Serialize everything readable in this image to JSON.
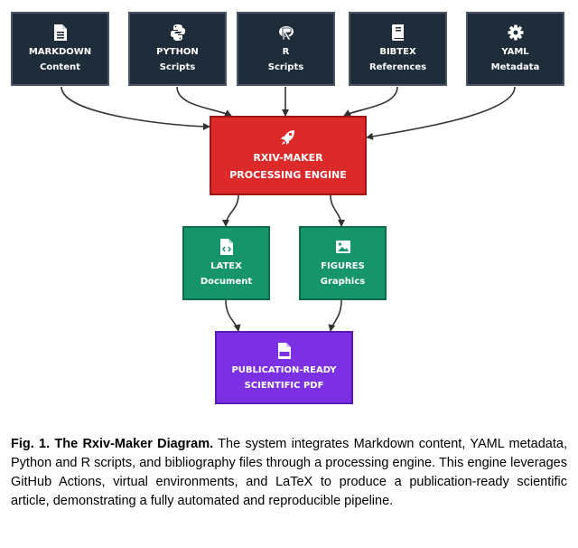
{
  "diagram": {
    "sources": [
      {
        "line1": "MARKDOWN",
        "line2": "Content",
        "icon": "file-text-icon"
      },
      {
        "line1": "PYTHON",
        "line2": "Scripts",
        "icon": "python-logo-icon"
      },
      {
        "line1": "R",
        "line2": "Scripts",
        "icon": "r-logo-icon"
      },
      {
        "line1": "BIBTEX",
        "line2": "References",
        "icon": "book-icon"
      },
      {
        "line1": "YAML",
        "line2": "Metadata",
        "icon": "gear-icon"
      }
    ],
    "engine": {
      "line1": "RXIV-MAKER",
      "line2": "PROCESSING ENGINE",
      "icon": "rocket-icon"
    },
    "outputs": [
      {
        "line1": "LATEX",
        "line2": "Document",
        "icon": "code-file-icon"
      },
      {
        "line1": "FIGURES",
        "line2": "Graphics",
        "icon": "image-icon"
      }
    ],
    "final": {
      "line1": "PUBLICATION-READY",
      "line2": "SCIENTIFIC PDF",
      "icon": "pdf-file-icon"
    },
    "colors": {
      "source_fill": "#1f2d3b",
      "engine_fill": "#dc2a2a",
      "output_fill": "#17956a",
      "final_fill": "#7b31e3",
      "arrow": "#333333"
    }
  },
  "caption": {
    "label": "Fig. 1. The Rxiv-Maker Diagram.",
    "text": " The system integrates Markdown content, YAML metadata, Python and R scripts, and bibliography files through a processing engine. This engine leverages GitHub Actions, virtual environments, and LaTeX to produce a publication-ready scientific article, demonstrating a fully automated and reproducible pipeline."
  }
}
